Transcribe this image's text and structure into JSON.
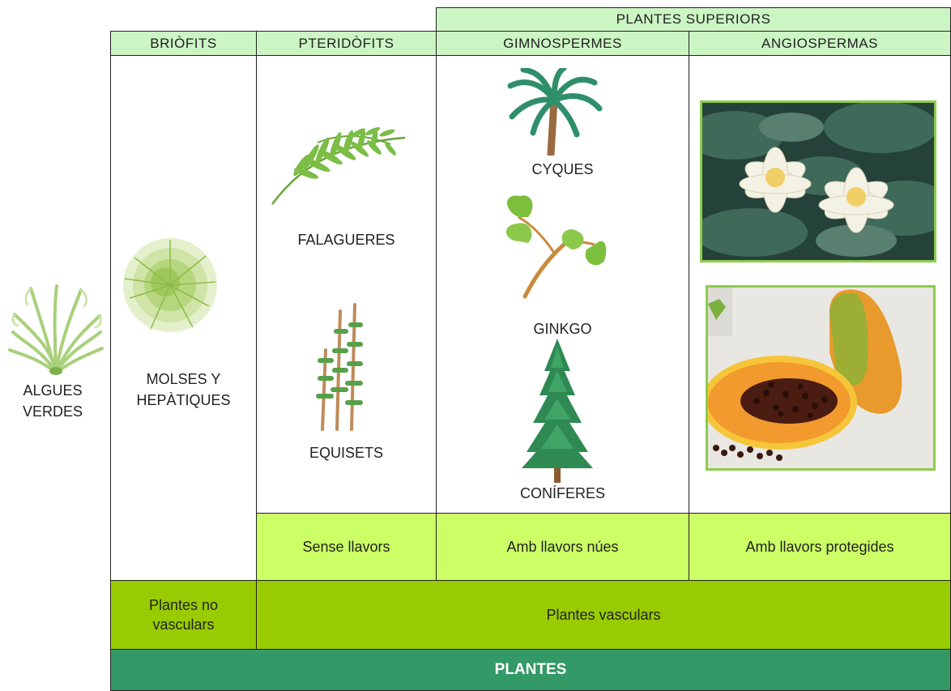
{
  "header": {
    "superior": "PLANTES SUPERIORS",
    "columns": [
      "BRIÒFITS",
      "PTERIDÒFITS",
      "GIMNOSPERMES",
      "ANGIOSPERMAS"
    ]
  },
  "labels": {
    "algues": "ALGUES\nVERDES",
    "molses": "MOLSES Y\nHEPÀTIQUES",
    "falagueres": "FALAGUERES",
    "equisets": "EQUISETS",
    "cyques": "CYQUES",
    "ginkgo": "GINKGO",
    "coniferes": "CONÍFERES"
  },
  "bands": {
    "sense": "Sense llavors",
    "nues": "Amb llavors núes",
    "protegides": "Amb llavors protegides",
    "no_vasculars": "Plantes no\nvasculars",
    "vasculars": "Plantes vasculars",
    "plantes": "PLANTES"
  },
  "colors": {
    "header_bg": "#ccf5c4",
    "seed_band": "#ccff66",
    "vascular_band": "#99cc00",
    "plantes_band": "#339966",
    "photo_border": "#8ccc4c"
  }
}
